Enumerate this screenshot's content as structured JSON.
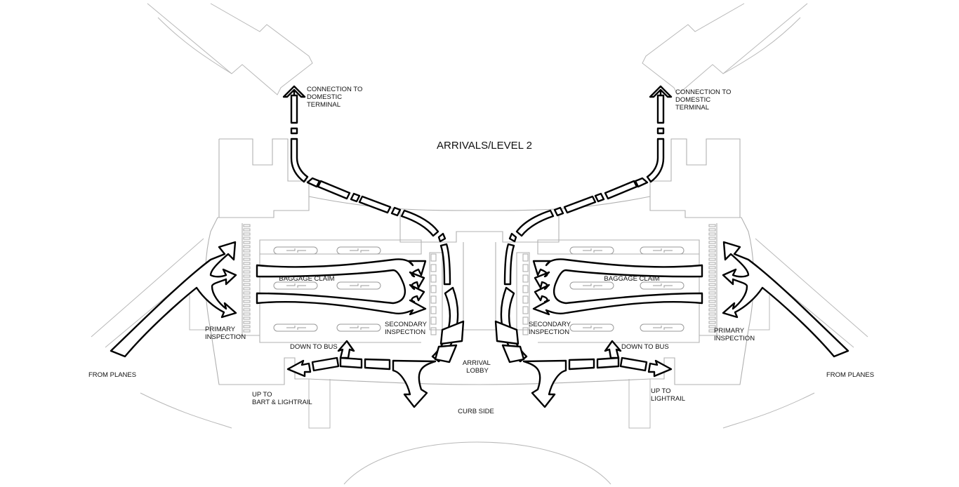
{
  "diagram": {
    "title": "ARRIVALS/LEVEL 2",
    "labels": {
      "connection_left": [
        "CONNECTION TO",
        "DOMESTIC",
        "TERMINAL"
      ],
      "connection_right": [
        "CONNECTION TO",
        "DOMESTIC",
        "TERMINAL"
      ],
      "baggage_left": "BAGGAGE CLAIM",
      "baggage_right": "BAGGAGE CLAIM",
      "primary_left": [
        "PRIMARY",
        "INSPECTION"
      ],
      "primary_right": [
        "PRIMARY",
        "INSPECTION"
      ],
      "secondary_left": [
        "SECONDARY",
        "INSPECTION"
      ],
      "secondary_right": [
        "SECONDARY",
        "INSPECTION"
      ],
      "from_planes_left": "FROM PLANES",
      "from_planes_right": "FROM PLANES",
      "down_to_bus_left": "DOWN TO BUS",
      "down_to_bus_right": "DOWN TO BUS",
      "arrival_lobby": [
        "ARRIVAL",
        "LOBBY"
      ],
      "curb_side": "CURB SIDE",
      "up_to_bart": [
        "UP TO",
        "BART & LIGHTRAIL"
      ],
      "up_to_lightrail": [
        "UP TO",
        "LIGHTRAIL"
      ]
    }
  }
}
